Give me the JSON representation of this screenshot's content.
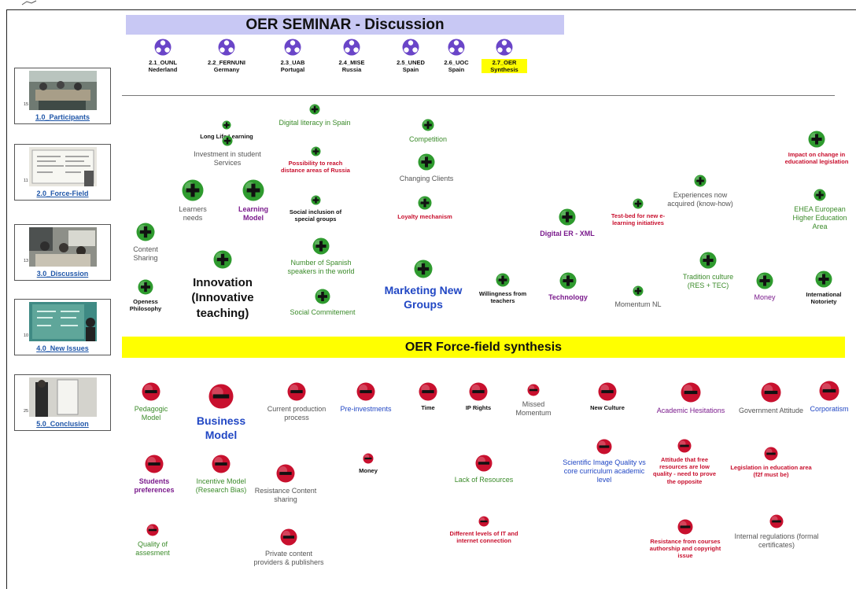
{
  "title": "OER SEMINAR - Discussion",
  "categories": [
    {
      "code": "2.1_OUNL",
      "place": "Nederland"
    },
    {
      "code": "2.2_FERNUNI",
      "place": "Germany"
    },
    {
      "code": "2.3_UAB",
      "place": "Portugal"
    },
    {
      "code": "2.4_MISE",
      "place": "Russia"
    },
    {
      "code": "2.5_UNED",
      "place": "Spain"
    },
    {
      "code": "2.6_UOC",
      "place": "Spain"
    },
    {
      "code": "2.7_OER",
      "place": "Synthesis",
      "selected": true
    }
  ],
  "sidebar": [
    {
      "label": "1.0_Participants",
      "count": "15"
    },
    {
      "label": "2.0_Force-Field",
      "count": "11"
    },
    {
      "label": "3.0_Discussion",
      "count": "13"
    },
    {
      "label": "4.0_New Issues",
      "count": "10"
    },
    {
      "label": "5.0_Conclusion",
      "count": "25"
    }
  ],
  "band": "OER Force-field synthesis",
  "colors": {
    "plus": "#2e9a2e",
    "minus": "#c8102e",
    "band": "#ffff00",
    "title_bg": "#c8c8f4",
    "category_icon": "#6a45c8"
  },
  "positive": [
    {
      "label": "Long Life Learning"
    },
    {
      "label": "Investment in student Services"
    },
    {
      "label": "Learners needs"
    },
    {
      "label": "Learning Model"
    },
    {
      "label": "Content Sharing"
    },
    {
      "label": "Openess Philosophy"
    },
    {
      "label": "Innovation (Innovative teaching)"
    },
    {
      "label": "Digital literacy in Spain"
    },
    {
      "label": "Possibility to reach distance areas of Russia"
    },
    {
      "label": "Social inclusion of special groups"
    },
    {
      "label": "Number of Spanish speakers in the world"
    },
    {
      "label": "Social Commitement"
    },
    {
      "label": "Competition"
    },
    {
      "label": "Changing Clients"
    },
    {
      "label": "Loyalty mechanism"
    },
    {
      "label": "Marketing New Groups"
    },
    {
      "label": "Willingness from teachers"
    },
    {
      "label": "Digital ER - XML"
    },
    {
      "label": "Technology"
    },
    {
      "label": "Test-bed for new e-learning initiatives"
    },
    {
      "label": "Momentum NL"
    },
    {
      "label": "Experiences now acquired (know-how)"
    },
    {
      "label": "Tradition culture (RES + TEC)"
    },
    {
      "label": "Money"
    },
    {
      "label": "Impact on change in educational legislation"
    },
    {
      "label": "EHEA European Higher Education Area"
    },
    {
      "label": "International Notoriety"
    }
  ],
  "negative": [
    {
      "label": "Pedagogic Model"
    },
    {
      "label": "Business Model"
    },
    {
      "label": "Current production process"
    },
    {
      "label": "Students preferences"
    },
    {
      "label": "Incentive Model (Research Bias)"
    },
    {
      "label": "Resistance Content sharing"
    },
    {
      "label": "Quality of assesment"
    },
    {
      "label": "Private content providers & publishers"
    },
    {
      "label": "Pre-investments"
    },
    {
      "label": "Money"
    },
    {
      "label": "Time"
    },
    {
      "label": "IP Rights"
    },
    {
      "label": "Missed Momentum"
    },
    {
      "label": "Lack of Resources"
    },
    {
      "label": "Different levels of IT and internet connection"
    },
    {
      "label": "New Culture"
    },
    {
      "label": "Scientific Image Quality vs core curriculum academic level"
    },
    {
      "label": "Academic Hesitations"
    },
    {
      "label": "Attitude that free resources are low quality - need to prove the opposite"
    },
    {
      "label": "Resistance from courses authorship and copyright issue"
    },
    {
      "label": "Government Attitude"
    },
    {
      "label": "Legislation in education area (f2f must be)"
    },
    {
      "label": "Internal regulations (formal certificates)"
    },
    {
      "label": "Corporatism"
    }
  ]
}
